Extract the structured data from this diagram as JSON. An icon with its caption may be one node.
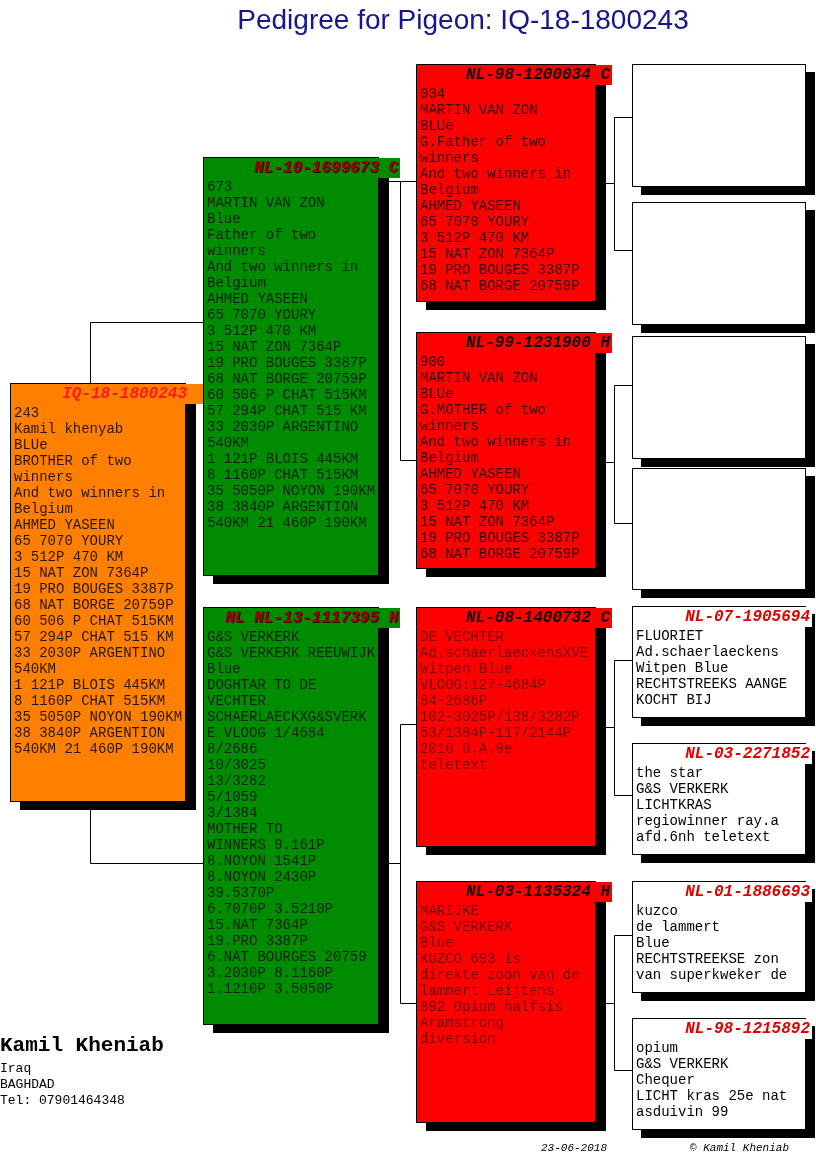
{
  "diagram": {
    "title": "Pedigree for Pigeon: IQ-18-1800243",
    "nodes": [
      {
        "text": [
          "IQ-18-1800243",
          "243",
          "Kamil khenyab",
          "BLUe",
          "BROTHER of two winners",
          "And two winners in Belgium",
          "AHMED YASEEN",
          "65 7070 YOURY",
          "3 512P 470 KM",
          "15 NAT ZON 7364P",
          "19 PRO BOUGES 3387P",
          "68 NAT BORGE 20759P",
          "60 506 P CHAT 515KM",
          "57 294P CHAT 515 KM",
          "33 2030P ARGENTINO 540KM",
          "1 121P BLOIS 445KM",
          "8 1160P CHAT 515KM",
          "35 5050P NOYON 190KM",
          "38 3840P ARGENTION 540KM 21 460P 190KM"
        ]
      },
      {
        "text": [
          "NL-10-1699673 C",
          "673",
          "MARTIN VAN ZON",
          "Blue",
          "Father of two winners",
          "And two winners in Belgium",
          "AHMED YASEEN",
          "65 7070 YOURY",
          "3 512P 470 KM",
          "15 NAT ZON 7364P",
          "19 PRO BOUGES 3387P",
          "68 NAT BORGE 20759P",
          "60 506 P CHAT 515KM",
          "57 294P CHAT 515 KM",
          "33 2030P ARGENTINO 540KM",
          "1 121P BLOIS 445KM",
          "8 1160P CHAT 515KM",
          "35 5050P NOYON 190KM",
          "38 3840P ARGENTION 540KM 21 460P 190KM"
        ]
      },
      {
        "text": [
          "NL NL-13-1117395 H",
          "G&S VERKERK",
          "G&S VERKERK REEUWIJK",
          "Blue",
          "DOGHTAR TO DE VECHTER",
          "SCHAERLAECKXG&SVERK E VLOOG 1/4684",
          "8/2686",
          "10/3025",
          "13/3282",
          "5/1059",
          "3/1384",
          "MOTHER TO",
          "WINNERS 9.161P",
          "8.NOYON 1541P",
          "8.NOYON 2430P",
          "39.5370P",
          "6.7070P 3.5210P",
          "15.NAT 7364P",
          "19.PRO 3387P",
          "6.NAT BOURGES 20759",
          "3.2030P 8.1160P",
          "1.1210P 3.5050P"
        ]
      },
      {
        "text": [
          "NL-98-1200034 C",
          "034",
          "MARTIN VAN ZON",
          "BLUe",
          "G.Father of two winners",
          "And two winners in Belgium",
          "AHMED YASEEN",
          "65 7070 YOURY",
          "3 512P 470 KM",
          "15 NAT ZON 7364P",
          "19 PRO BOUGES 3387P",
          "68 NAT BORGE 20759P"
        ]
      },
      {
        "text": [
          "NL-99-1231900 H",
          "900",
          "MARTIN VAN ZON",
          "BLUe",
          "G.MOTHER of two winners",
          "And two winners in Belgium",
          "AHMED YASEEN",
          "65 7070 YOURY",
          "3 512P 470 KM",
          "15 NAT ZON 7364P",
          "19 PRO BOUGES 3387P",
          "68 NAT BORGE 20759P"
        ]
      },
      {
        "text": [
          "NL-08-1400732 C",
          "DE VECHTER",
          "Ad.schaerlaeckensXVE",
          "Witpen Blue",
          "VLOOG:127-4684P",
          "84-2686P",
          "102-3025P/138/3282P",
          "53/1384P-117/2144P",
          "2010 0.A.9e",
          "teletext"
        ]
      },
      {
        "text": [
          "NL-03-1135324 H",
          "MARIJKE",
          "G&S VERKERK",
          "Blue",
          "KUZCO 693 is",
          "direkte zoon van de",
          "lammert Leijtens",
          "892 Opium halfsis",
          "Aramstrong",
          "diversion"
        ]
      },
      {
        "text": [],
        "shape": "box"
      },
      {
        "text": [],
        "shape": "box"
      },
      {
        "text": [],
        "shape": "box"
      },
      {
        "text": [],
        "shape": "box"
      },
      {
        "text": [
          "NL-07-1905694",
          "FLUORIET",
          "Ad.schaerlaeckens",
          "Witpen Blue",
          "RECHTSTREEKS AANGE KOCHT BIJ"
        ]
      },
      {
        "text": [
          "NL-03-2271852",
          "the star",
          "G&S VERKERK",
          "LICHTKRAS",
          "regiowinner ray.a",
          "afd.6nh teletext"
        ]
      },
      {
        "text": [
          "NL-01-1886693",
          "kuzco",
          "de lammert",
          "Blue",
          "RECHTSTREEKSE zon van superkweker de"
        ]
      },
      {
        "text": [
          "NL-98-1215892",
          "opium",
          "G&S VERKERK",
          "Chequer",
          "LICHT kras 25e nat asduivin 99"
        ]
      }
    ],
    "edges": [
      {
        "from": 0,
        "to": 1,
        "arrow": "none"
      },
      {
        "from": 0,
        "to": 2,
        "arrow": "none"
      },
      {
        "from": 1,
        "to": 3,
        "arrow": "none"
      },
      {
        "from": 1,
        "to": 4,
        "arrow": "none"
      },
      {
        "from": 2,
        "to": 5,
        "arrow": "none"
      },
      {
        "from": 2,
        "to": 6,
        "arrow": "none"
      },
      {
        "from": 3,
        "to": 7,
        "arrow": "none"
      },
      {
        "from": 3,
        "to": 8,
        "arrow": "none"
      },
      {
        "from": 4,
        "to": 9,
        "arrow": "none"
      },
      {
        "from": 4,
        "to": 10,
        "arrow": "none"
      },
      {
        "from": 5,
        "to": 11,
        "arrow": "none"
      },
      {
        "from": 5,
        "to": 12,
        "arrow": "none"
      },
      {
        "from": 6,
        "to": 13,
        "arrow": "none"
      },
      {
        "from": 6,
        "to": 14,
        "arrow": "none"
      }
    ],
    "labels": [
      "Kamil Kheniab",
      "Iraq",
      "BAGHDAD",
      "Tel: 07901464348",
      "23-06-2018",
      "© Kamil Kheniab"
    ]
  }
}
